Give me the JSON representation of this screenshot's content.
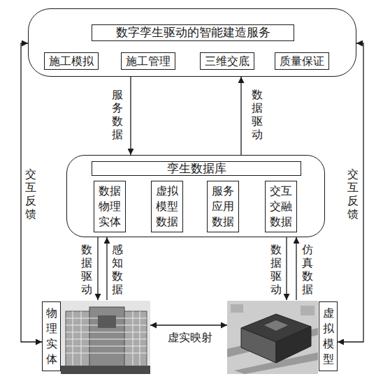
{
  "diagram": {
    "nodes": [
      {
        "text": [
          "数字孪生驱动的智能建造服务"
        ]
      },
      {
        "text": [
          "施工模拟"
        ],
        "in": 0
      },
      {
        "text": [
          "施工管理"
        ],
        "in": 0
      },
      {
        "text": [
          "三维交底"
        ],
        "in": 0
      },
      {
        "text": [
          "质量保证"
        ],
        "in": 0
      },
      {
        "text": [
          "孪生数据库"
        ]
      },
      {
        "text": [
          "数据物理实体"
        ],
        "in": 5
      },
      {
        "text": [
          "虚拟模型数据"
        ],
        "in": 5
      },
      {
        "text": [
          "服务应用数据"
        ],
        "in": 5
      },
      {
        "text": [
          "交互交融数据"
        ],
        "in": 5
      },
      {
        "text": [
          "物理实体"
        ]
      },
      {
        "text": [
          "虚拟模型"
        ]
      }
    ],
    "edges": [
      {
        "from": 0,
        "to": 5,
        "label": "服务数据",
        "arrow": "to"
      },
      {
        "from": 5,
        "to": 0,
        "label": "数据驱动",
        "arrow": "to"
      },
      {
        "from": 5,
        "to": 10,
        "label": "数据驱动",
        "arrow": "to"
      },
      {
        "from": 10,
        "to": 5,
        "label": "感知数据",
        "arrow": "to"
      },
      {
        "from": 5,
        "to": 11,
        "label": "数据驱动",
        "arrow": "to"
      },
      {
        "from": 11,
        "to": 5,
        "label": "仿真数据",
        "arrow": "to"
      },
      {
        "from": 10,
        "to": 11,
        "label": "虚实映射",
        "arrow": "both"
      },
      {
        "from": 0,
        "to": 10,
        "label": "交互反馈",
        "arrow": "both"
      },
      {
        "from": 0,
        "to": 11,
        "label": "交互反馈",
        "arrow": "both"
      }
    ]
  }
}
